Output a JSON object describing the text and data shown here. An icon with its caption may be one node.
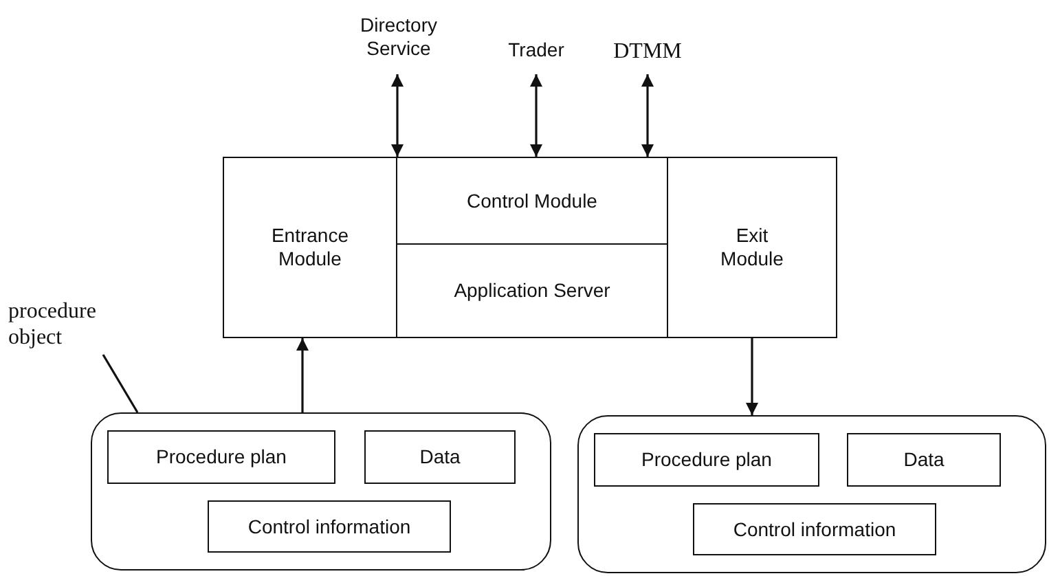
{
  "diagram": {
    "nodes": [
      {
        "text": [
          "Directory Service"
        ]
      },
      {
        "text": [
          "Trader"
        ]
      },
      {
        "text": [
          "DTMM"
        ]
      },
      {
        "text": [
          "Entrance Module"
        ]
      },
      {
        "text": [
          "Control Module"
        ]
      },
      {
        "text": [
          "Application Server"
        ]
      },
      {
        "text": [
          "Exit Module"
        ]
      },
      {
        "text": [
          "procedure object"
        ]
      },
      {
        "text": [],
        "shape": "box"
      },
      {
        "text": [
          "Procedure plan"
        ],
        "in": 8
      },
      {
        "text": [
          "Data"
        ],
        "in": 8
      },
      {
        "text": [
          "Control information"
        ],
        "in": 8
      },
      {
        "text": [],
        "shape": "box"
      },
      {
        "text": [
          "Procedure plan"
        ],
        "in": 12
      },
      {
        "text": [
          "Data"
        ],
        "in": 12
      },
      {
        "text": [
          "Control information"
        ],
        "in": 12
      }
    ],
    "edges": [
      {
        "from": 0,
        "to": 4,
        "arrow": "both"
      },
      {
        "from": 1,
        "to": 4,
        "arrow": "both"
      },
      {
        "from": 2,
        "to": 4,
        "arrow": "both"
      },
      {
        "from": 7,
        "to": 8,
        "arrow": "none"
      },
      {
        "from": 8,
        "to": 3,
        "arrow": "to"
      },
      {
        "from": 6,
        "to": 12,
        "arrow": "to"
      }
    ]
  }
}
